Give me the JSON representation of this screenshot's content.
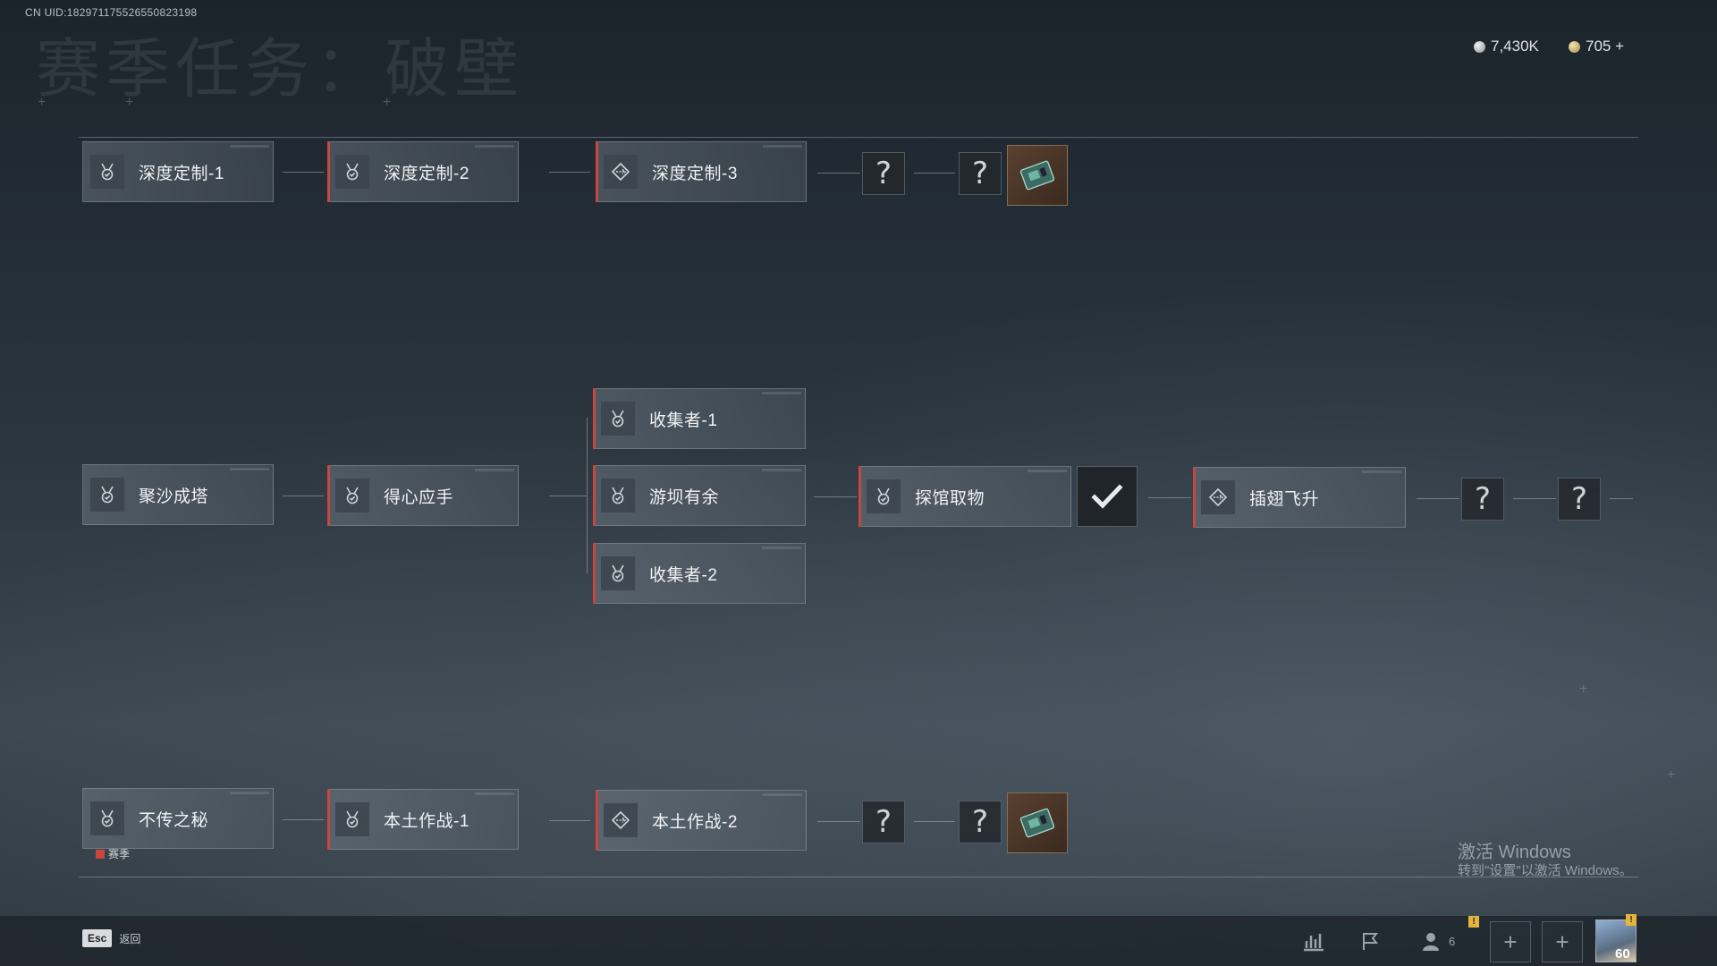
{
  "header": {
    "uid": "CN UID:1829711755265508231​98",
    "bg_title": "赛季任务：破壁",
    "currency_silver": "7,430K",
    "currency_gold": "705 +"
  },
  "rows": {
    "top": {
      "nodes": [
        {
          "label": "深度定制-1",
          "icon": "medal-icon"
        },
        {
          "label": "深度定制-2",
          "icon": "medal-icon"
        },
        {
          "label": "深度定制-3",
          "icon": "route-icon"
        }
      ],
      "unknown": [
        "?",
        "?"
      ]
    },
    "middle": {
      "nodes": [
        {
          "label": "聚沙成塔",
          "icon": "medal-icon"
        },
        {
          "label": "得心应手",
          "icon": "medal-icon"
        },
        {
          "label": "收集者-1",
          "icon": "medal-icon"
        },
        {
          "label": "游坝有余",
          "icon": "medal-icon"
        },
        {
          "label": "收集者-2",
          "icon": "medal-icon"
        },
        {
          "label": "探馆取物",
          "icon": "medal-icon"
        },
        {
          "label": "插翅飞升",
          "icon": "route-icon"
        }
      ],
      "unknown": [
        "?",
        "?"
      ]
    },
    "bottom": {
      "nodes": [
        {
          "label": "不传之秘",
          "icon": "medal-icon"
        },
        {
          "label": "本土作战-1",
          "icon": "medal-icon"
        },
        {
          "label": "本土作战-2",
          "icon": "route-icon"
        }
      ],
      "unknown": [
        "?",
        "?"
      ]
    }
  },
  "legend": {
    "label": "赛季",
    "color": "#c8473e"
  },
  "watermark": {
    "line1": "激活 Windows",
    "line2": "转到\"设置\"以激活 Windows。"
  },
  "bottombar": {
    "esc_key": "Esc",
    "esc_label": "返回",
    "friends_count": "6",
    "level": "60"
  },
  "colors": {
    "accent": "#c8473e",
    "badge": "#e5b43b"
  }
}
